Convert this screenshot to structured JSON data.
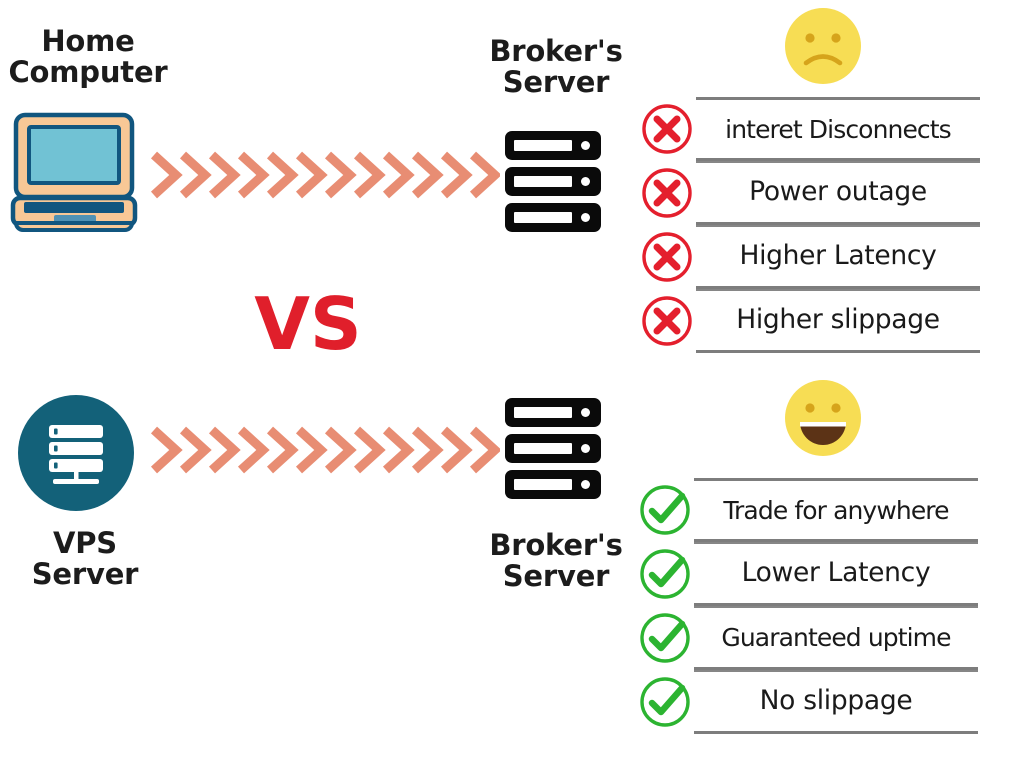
{
  "colors": {
    "accent_red": "#e01f2b",
    "cross_red": "#e41f2d",
    "check_green": "#2cb431",
    "arrow_salmon": "#e88d73",
    "vps_circle_teal": "#136179",
    "laptop_body": "#f8c896",
    "laptop_outline": "#11567f",
    "laptop_screen": "#71c2d4",
    "emoji_yellow": "#f7dd54",
    "emoji_feature": "#d6a41b",
    "emoji_mouth": "#5c3316",
    "rule_gray": "#7d7d7d",
    "text_dark": "#1a1a1a",
    "server_black": "#0a0a0a"
  },
  "comparison": {
    "vs_label": "VS",
    "top_row": {
      "source_label": "Home\nComputer",
      "source_icon": "laptop-icon",
      "target_label": "Broker's\nServer",
      "target_icon": "server-rack-icon",
      "arrow_icon": "chevron-arrows-right",
      "arrow_count": 12,
      "mood_icon": "sad-face-icon",
      "features": [
        {
          "icon": "cross-circle-icon",
          "text": "interet Disconnects",
          "tight": true
        },
        {
          "icon": "cross-circle-icon",
          "text": "Power outage",
          "tight": false
        },
        {
          "icon": "cross-circle-icon",
          "text": "Higher Latency",
          "tight": false
        },
        {
          "icon": "cross-circle-icon",
          "text": "Higher slippage",
          "tight": false
        }
      ]
    },
    "bottom_row": {
      "source_label": "VPS\nServer",
      "source_icon": "vps-server-circle-icon",
      "target_label": "Broker's\nServer",
      "target_icon": "server-rack-icon",
      "arrow_icon": "chevron-arrows-right",
      "arrow_count": 12,
      "mood_icon": "happy-face-icon",
      "features": [
        {
          "icon": "check-circle-icon",
          "text": "Trade for anywhere",
          "tight": true
        },
        {
          "icon": "check-circle-icon",
          "text": "Lower Latency",
          "tight": false
        },
        {
          "icon": "check-circle-icon",
          "text": "Guaranteed uptime",
          "tight": true
        },
        {
          "icon": "check-circle-icon",
          "text": "No slippage",
          "tight": false
        }
      ]
    }
  }
}
